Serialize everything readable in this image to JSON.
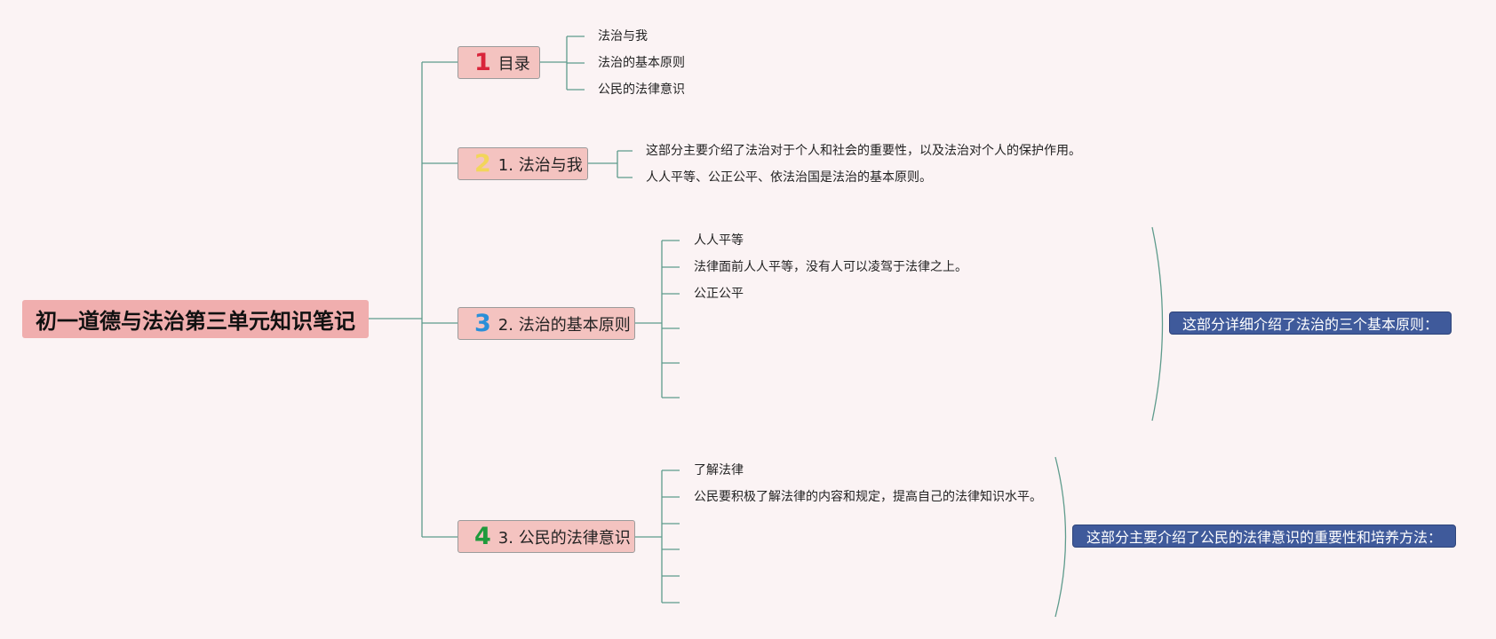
{
  "root": {
    "title": "初一道德与法治第三单元知识笔记"
  },
  "branches": [
    {
      "number": "1",
      "label": "目录",
      "badge_color": "#d9243a",
      "items": [
        "法治与我",
        "法治的基本原则",
        "公民的法律意识"
      ]
    },
    {
      "number": "2",
      "label": "1. 法治与我",
      "badge_color": "#f2d55a",
      "items": [
        "这部分主要介绍了法治对于个人和社会的重要性，以及法治对个人的保护作用。",
        "人人平等、公正公平、依法治国是法治的基本原则。"
      ]
    },
    {
      "number": "3",
      "label": "2. 法治的基本原则",
      "badge_color": "#2a8fd8",
      "items": [
        "人人平等",
        "法律面前人人平等，没有人可以凌驾于法律之上。",
        "公正公平",
        "",
        "",
        ""
      ],
      "summary": "这部分详细介绍了法治的三个基本原则："
    },
    {
      "number": "4",
      "label": "3. 公民的法律意识",
      "badge_color": "#1f9a3c",
      "items": [
        "了解法律",
        "公民要积极了解法律的内容和规定，提高自己的法律知识水平。",
        "",
        "",
        "",
        ""
      ],
      "summary": "这部分主要介绍了公民的法律意识的重要性和培养方法："
    }
  ],
  "colors": {
    "connector": "#5e9b8c",
    "background": "#fbf3f4"
  }
}
